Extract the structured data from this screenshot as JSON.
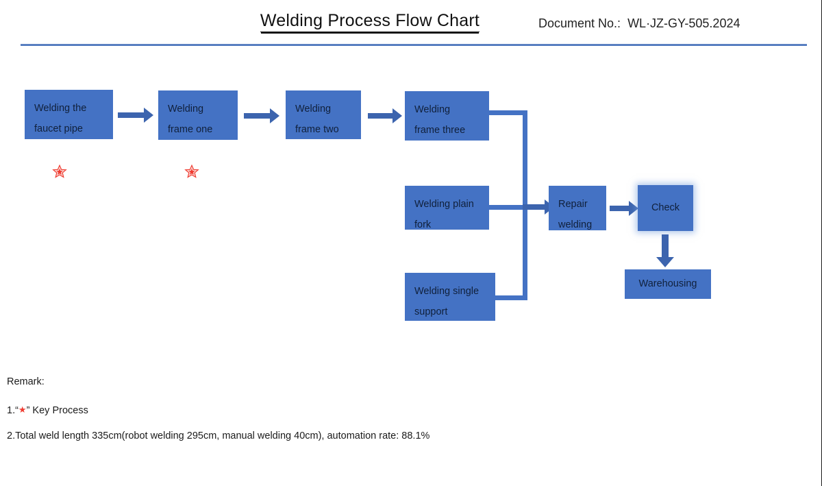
{
  "header": {
    "title": "Welding Process Flow Chart",
    "doc_no_label": "Document No.:",
    "doc_no_value": "WL·JZ-GY-505.2024"
  },
  "colors": {
    "node_fill": "#4472C4",
    "connector": "#3C64AE",
    "rule": "#4472C4",
    "star": "#ef3b30",
    "text": "#10203b"
  },
  "flow": {
    "nodes": [
      {
        "id": "welding-faucet-pipe",
        "label": "Welding the\nfaucet pipe"
      },
      {
        "id": "welding-frame-one",
        "label": "Welding\nframe one"
      },
      {
        "id": "welding-frame-two",
        "label": "Welding\nframe two"
      },
      {
        "id": "welding-frame-three",
        "label": "Welding\nframe three"
      },
      {
        "id": "welding-plain-fork",
        "label": "Welding plain\nfork"
      },
      {
        "id": "welding-single-support",
        "label": "Welding single\nsupport"
      },
      {
        "id": "repair-welding",
        "label": "Repair\nwelding"
      },
      {
        "id": "check",
        "label": "Check"
      },
      {
        "id": "warehousing",
        "label": "Warehousing"
      }
    ],
    "key_process_markers": 2
  },
  "remarks": {
    "heading": "Remark:",
    "item1_prefix": "1.“",
    "item1_star": "★",
    "item1_suffix": "” Key Process",
    "item2": "2.Total weld length 335cm(robot welding 295cm, manual welding 40cm), automation rate: 88.1%"
  }
}
